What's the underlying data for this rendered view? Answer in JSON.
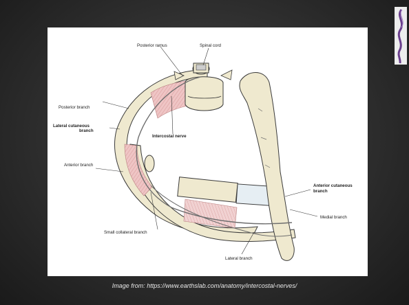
{
  "labels": {
    "posterior_ramus": "Posterior ramus",
    "spinal_cord": "Spinal cord",
    "posterior_branch": "Posterior branch",
    "lateral_cutaneous_line1": "Lateral cutaneous",
    "lateral_cutaneous_line2": "branch",
    "intercostal_nerve": "Intercostal nerve",
    "anterior_branch": "Anterior branch",
    "anterior_cutaneous_line1": "Anterior cutaneous",
    "anterior_cutaneous_line2": "branch",
    "medial_branch": "Medial branch",
    "small_collateral_branch": "Small collateral branch",
    "lateral_branch": "Lateral branch"
  },
  "caption": "Image from: https://www.earthslab.com/anatomy/intercostal-nerves/",
  "colors": {
    "bone": "#efe9cf",
    "bone_outline": "#3a3a3a",
    "muscle": "#e8b9b9",
    "accent_logo": "#6a3e8c"
  }
}
